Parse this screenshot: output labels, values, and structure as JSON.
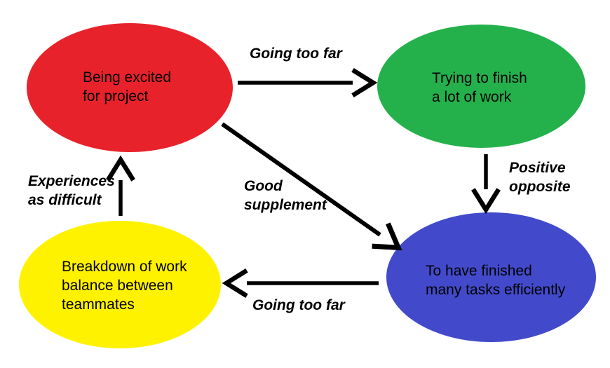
{
  "diagram": {
    "background_color": "#ffffff",
    "arrow_color": "#000000",
    "text_color": "#000000",
    "nodes": [
      {
        "id": "excited",
        "label": "Being excited\nfor project",
        "color": "#e8222a",
        "shape": "ellipse"
      },
      {
        "id": "trying",
        "label": "Trying to finish\na lot of work",
        "color": "#24b14c",
        "shape": "ellipse"
      },
      {
        "id": "finished",
        "label": "To have finished\nmany tasks efficiently",
        "color": "#424acb",
        "shape": "ellipse"
      },
      {
        "id": "breakdown",
        "label": "Breakdown of work\nbalance between\nteammates",
        "color": "#fff200",
        "shape": "ellipse"
      }
    ],
    "edges": [
      {
        "from": "excited",
        "to": "trying",
        "label": "Going too far",
        "direction": "right"
      },
      {
        "from": "trying",
        "to": "finished",
        "label": "Positive\nopposite",
        "direction": "down"
      },
      {
        "from": "excited",
        "to": "finished",
        "label": "Good\nsupplement",
        "direction": "diagonal-down-right"
      },
      {
        "from": "finished",
        "to": "breakdown",
        "label": "Going too far",
        "direction": "left"
      },
      {
        "from": "breakdown",
        "to": "excited",
        "label": "Experiences\nas difficult",
        "direction": "up"
      }
    ]
  }
}
